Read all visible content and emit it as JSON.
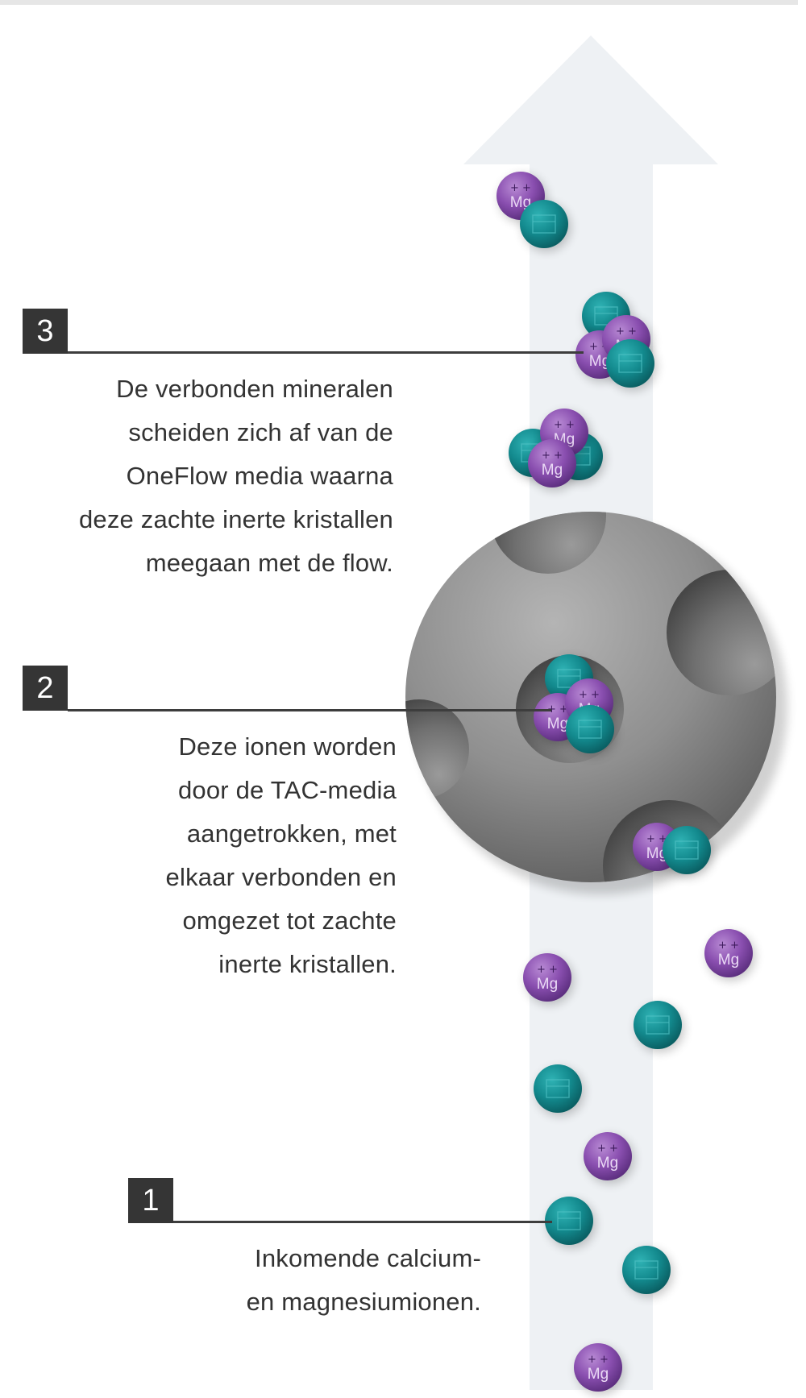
{
  "steps": [
    {
      "number": "3",
      "lines": [
        "De verbonden mineralen",
        "scheiden zich af van de",
        "OneFlow media waarna",
        "deze zachte inerte kristallen",
        "meegaan met de flow."
      ]
    },
    {
      "number": "2",
      "lines": [
        "Deze ionen worden",
        "door de TAC-media",
        "aangetrokken, met",
        "elkaar verbonden en",
        "omgezet tot zachte",
        "inerte kristallen."
      ]
    },
    {
      "number": "1",
      "lines": [
        "Inkomende calcium-",
        "en magnesiumionen."
      ]
    }
  ],
  "ion_label": "Mg",
  "ion_charge": "+ +",
  "colors": {
    "badge": "#353535",
    "flow_arrow": "#eef1f4",
    "magnesium_ion": "#8a4fb0",
    "calcium_ion": "#138a8e",
    "media_sphere": "#8f8f8f"
  }
}
